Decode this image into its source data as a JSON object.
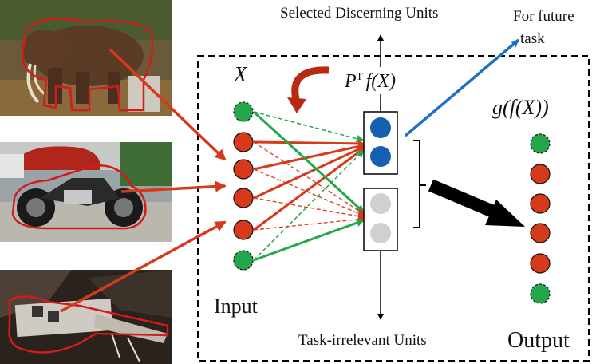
{
  "labels": {
    "selected_units": "Selected Discerning Units",
    "future_task_line1": "For future",
    "future_task_line2": "task",
    "input_var": "X",
    "projection": "P",
    "projection_sup": "T",
    "projection_fx": "f(X)",
    "output_func": "g(f(X))",
    "input": "Input",
    "output": "Output",
    "irrelevant_units": "Task-irrelevant Units"
  },
  "colors": {
    "red_node": "#d63a1a",
    "green_node": "#22a84a",
    "blue_unit": "#1560b0",
    "gray_unit": "#d0d0d0",
    "red_arrow": "#d63a1a",
    "blue_arrow": "#1f6fc5",
    "black": "#000000"
  },
  "images": {
    "top": "elephant",
    "middle": "motorcycle",
    "bottom": "guitar"
  }
}
